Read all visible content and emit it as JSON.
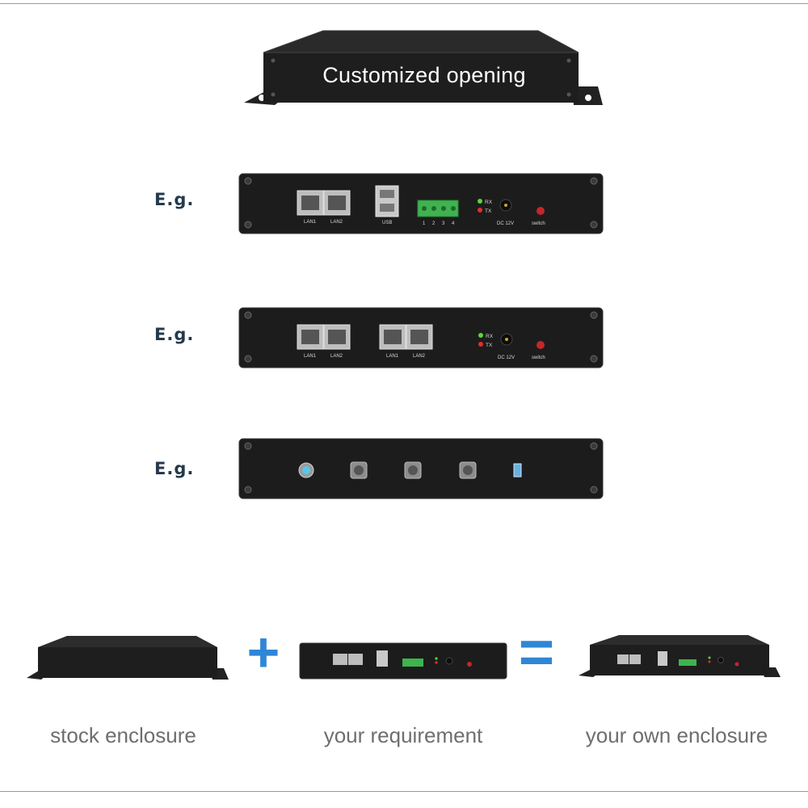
{
  "hero": {
    "title": "Customized opening"
  },
  "examples": [
    {
      "label": "E.g."
    },
    {
      "label": "E.g."
    },
    {
      "label": "E.g."
    }
  ],
  "panel1": {
    "lan1": "LAN1",
    "lan2": "LAN2",
    "usb": "USB",
    "terminals": [
      "1",
      "2",
      "3",
      "4"
    ],
    "rx": "RX",
    "tx": "TX",
    "dc": "DC 12V",
    "switch": "switch"
  },
  "panel2": {
    "lan1a": "LAN1",
    "lan2a": "LAN2",
    "lan1b": "LAN1",
    "lan2b": "LAN2",
    "rx": "RX",
    "tx": "TX",
    "dc": "DC 12V",
    "switch": "switch"
  },
  "equation": {
    "plus": "+",
    "equals": "=",
    "captions": [
      "stock enclosure",
      "your requirement",
      "your own enclosure"
    ]
  },
  "colors": {
    "enclosure": "#1b1b1b",
    "operator": "#2f86d6",
    "label": "#253a4c",
    "led_green": "#5fd43a",
    "led_red": "#e0302a"
  }
}
